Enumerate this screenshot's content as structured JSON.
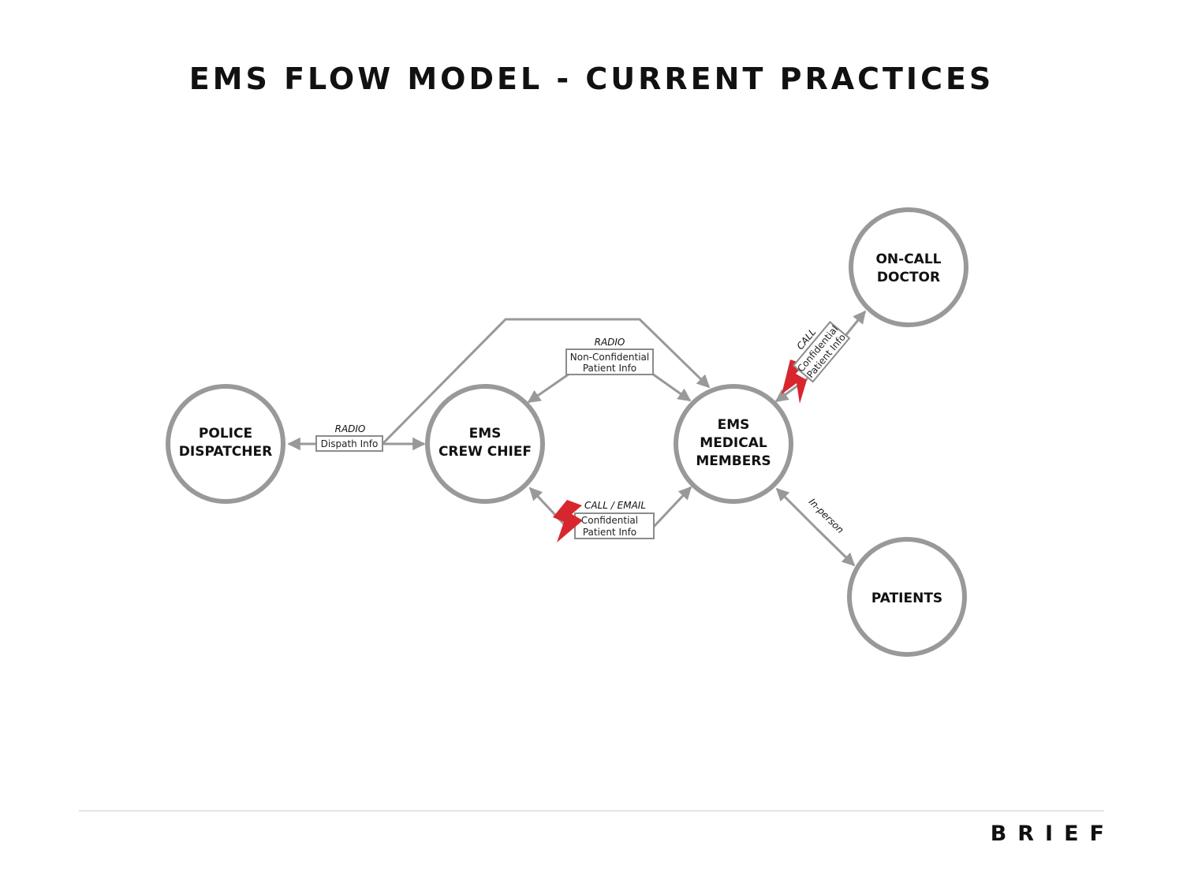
{
  "title": "EMS FLOW MODEL - CURRENT PRACTICES",
  "brand": "BRIEF",
  "colors": {
    "node_stroke": "#999999",
    "arrow": "#999999",
    "alert_bolt": "#d8262e"
  },
  "nodes": {
    "police": {
      "line1": "POLICE",
      "line2": "DISPATCHER"
    },
    "crew": {
      "line1": "EMS",
      "line2": "CREW CHIEF"
    },
    "medical": {
      "line1": "EMS",
      "line2": "MEDICAL",
      "line3": "MEMBERS"
    },
    "doctor": {
      "line1": "ON-CALL",
      "line2": "DOCTOR"
    },
    "patients": {
      "line1": "PATIENTS"
    }
  },
  "edges": {
    "dispatch": {
      "channel": "RADIO",
      "info": "Dispath Info"
    },
    "radio": {
      "channel": "RADIO",
      "info1": "Non-Confidential",
      "info2": "Patient Info"
    },
    "call_email": {
      "channel": "CALL / EMAIL",
      "info1": "Confidential",
      "info2": "Patient Info",
      "icon": "lightning-bolt-icon"
    },
    "call_doctor": {
      "channel": "CALL",
      "info1": "Confidential",
      "info2": "Patient Info",
      "icon": "lightning-bolt-icon"
    },
    "in_person": {
      "channel": "In-person"
    }
  }
}
